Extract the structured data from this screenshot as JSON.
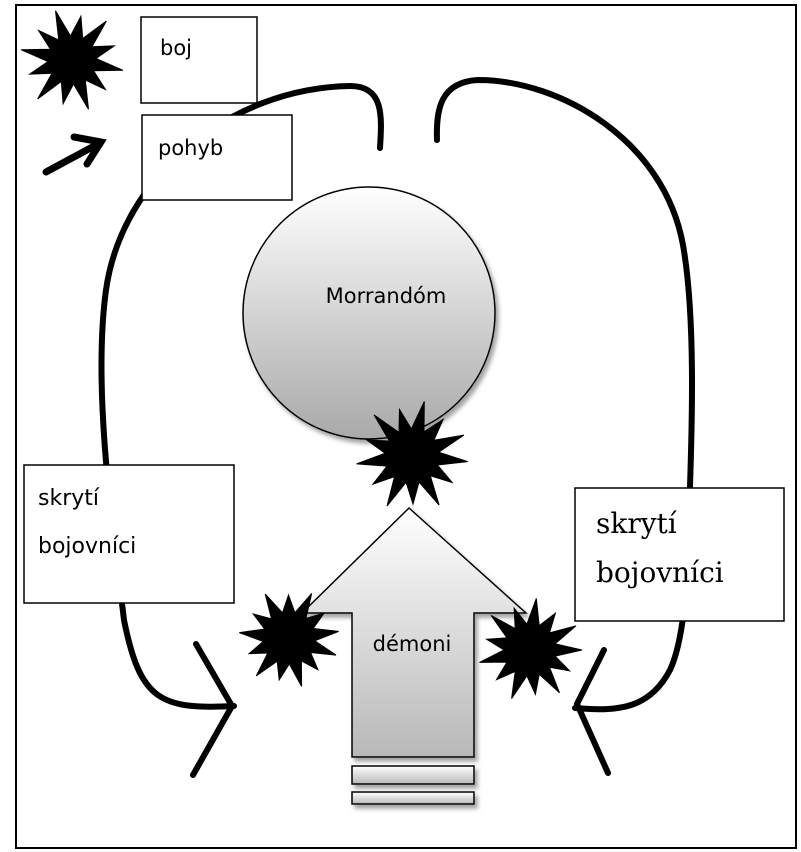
{
  "legend": {
    "fight_label": "boj",
    "movement_label": "pohyb"
  },
  "diagram": {
    "center_label": "Morrandóm",
    "demons_label": "démoni",
    "left_box_lines": [
      "skrytí",
      "bojovníci"
    ],
    "right_box_lines": [
      "skrytí",
      "bojovníci"
    ]
  },
  "colors": {
    "stroke": "#000000",
    "burst_fill": "#000000",
    "circle_fill_top": "#ffffff",
    "circle_fill_bottom": "#a9a9a9",
    "arrow_fill_top": "#ffffff",
    "arrow_fill_bottom": "#b8b8b8"
  },
  "icons": [
    "burst-icon",
    "arrow-icon"
  ]
}
